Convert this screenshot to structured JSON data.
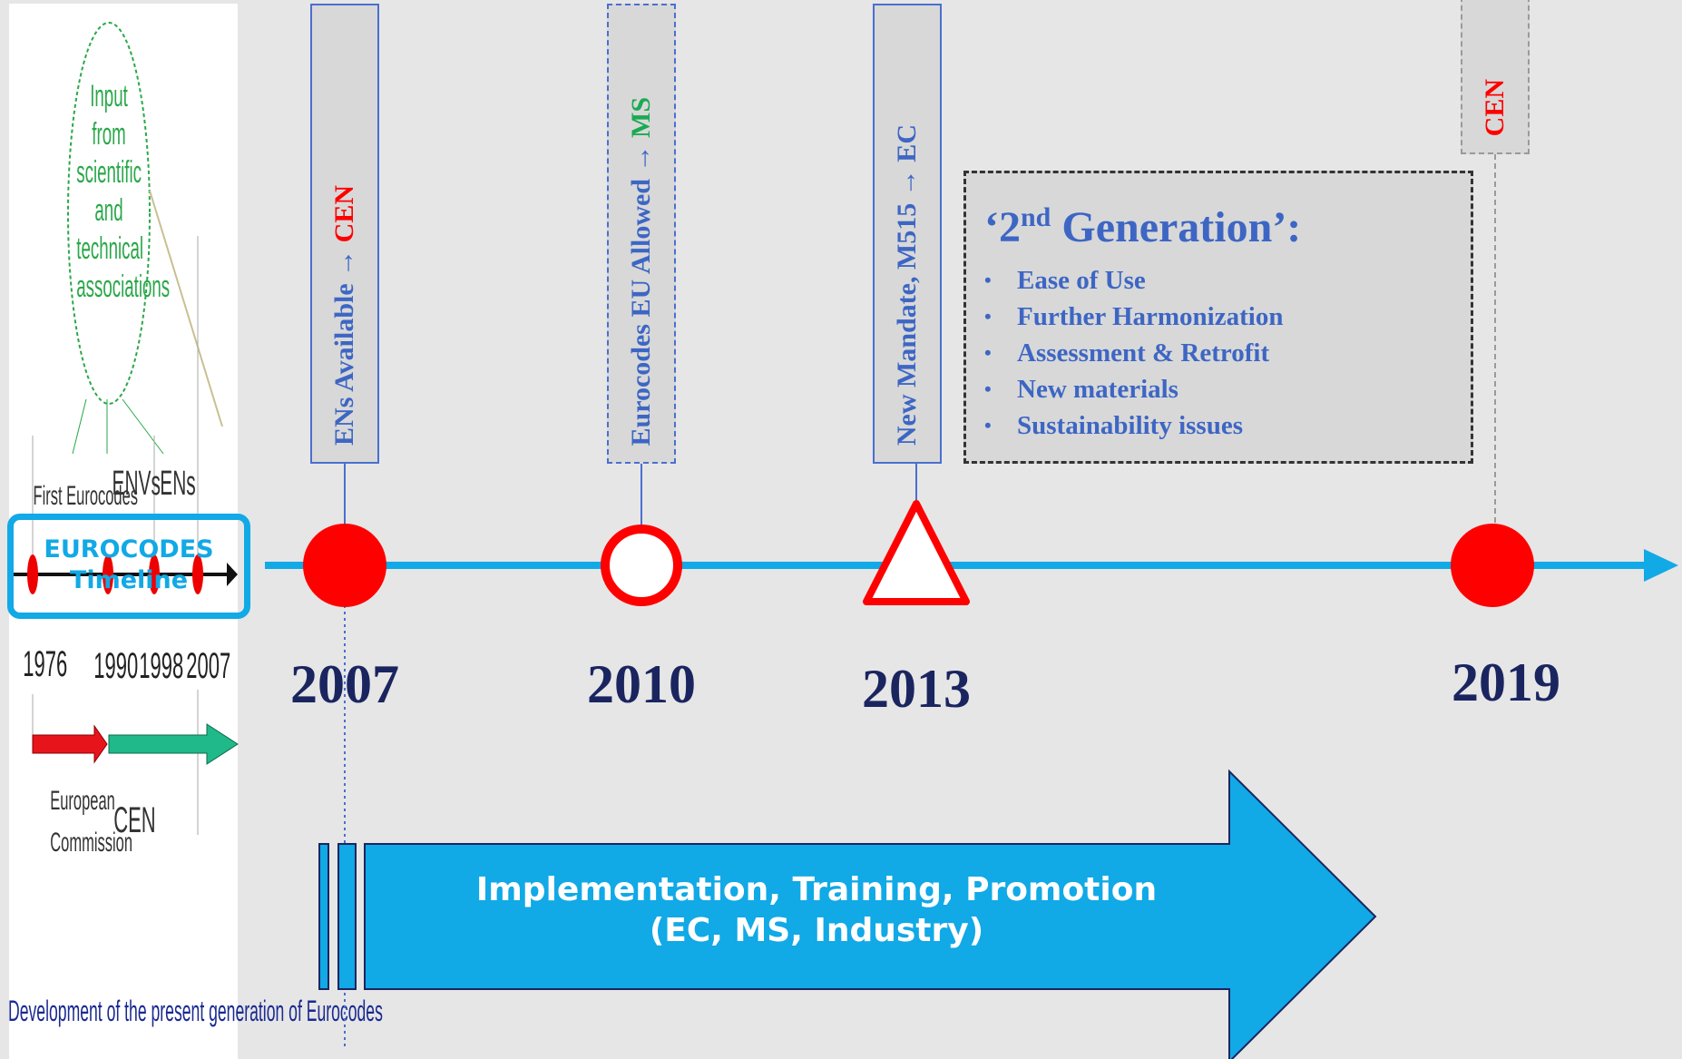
{
  "left_panel": {
    "input_bubble": "Input from scientific and technical associations",
    "marker_labels": [
      "First Eurocodes",
      "ENVs",
      "ENs"
    ],
    "timeline_box": [
      "EUROCODES",
      "Timeline"
    ],
    "years": [
      "1976",
      "1990",
      "1998",
      "2007"
    ],
    "european_commission": "European Commission",
    "cen": "CEN",
    "caption": "Development of the present generation of Eurocodes"
  },
  "milestones": {
    "m2007": {
      "year": "2007",
      "text": "ENs Available",
      "arrow": "→",
      "target": "CEN"
    },
    "m2010": {
      "year": "2010",
      "text": "Eurocodes EU Allowed",
      "arrow": "→",
      "target": "MS"
    },
    "m2013": {
      "year": "2013",
      "text": "New Mandate, M515",
      "arrow": "→",
      "target": "EC"
    },
    "m2019": {
      "year": "2019",
      "target": "CEN"
    }
  },
  "second_generation": {
    "title_open": "‘2",
    "title_sup": "nd",
    "title_close": " Generation’:",
    "items": [
      "Ease of Use",
      "Further Harmonization",
      "Assessment & Retrofit",
      "New materials",
      "Sustainability issues"
    ]
  },
  "implementation": {
    "line1": "Implementation, Training, Promotion",
    "line2": "(EC, MS, Industry)"
  },
  "colors": {
    "timeline_blue": "#11a9e6",
    "marker_red": "#ff0000",
    "text_blue": "#3d66c4",
    "year_navy": "#1a2560",
    "ms_green": "#1aaa52"
  }
}
